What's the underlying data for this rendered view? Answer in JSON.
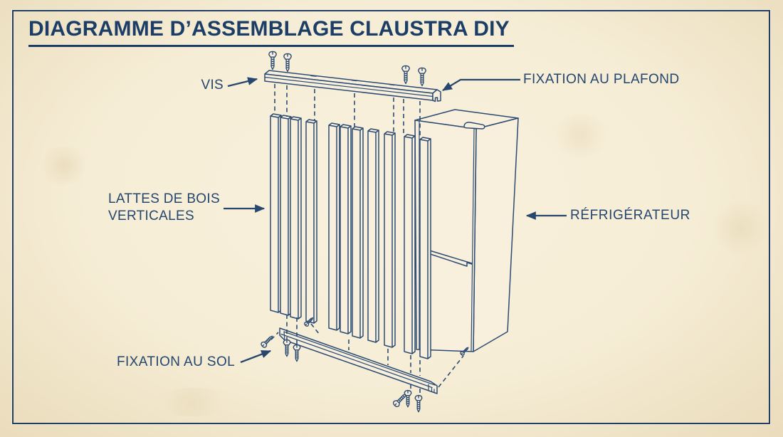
{
  "title": "DIAGRAMME D’ASSEMBLAGE CLAUSTRA DIY",
  "labels": {
    "vis": "VIS",
    "ceiling_fixation": "FIXATION AU PLAFOND",
    "slats_line1": "LATTES DE BOIS",
    "slats_line2": "VERTICALES",
    "refrigerator": "RÉFRIGÉRATEUR",
    "floor_fixation": "FIXATION AU SOL"
  },
  "diagram": {
    "slat_count": 11,
    "top_screw_count": 4,
    "parts": [
      "top-fixation-rail",
      "vertical-wood-slats",
      "refrigerator",
      "bottom-fixation-rail",
      "screws"
    ]
  },
  "colors": {
    "ink": "#2c4b73",
    "text": "#24466e",
    "paper": "#f6edd6",
    "border": "#223f63"
  }
}
